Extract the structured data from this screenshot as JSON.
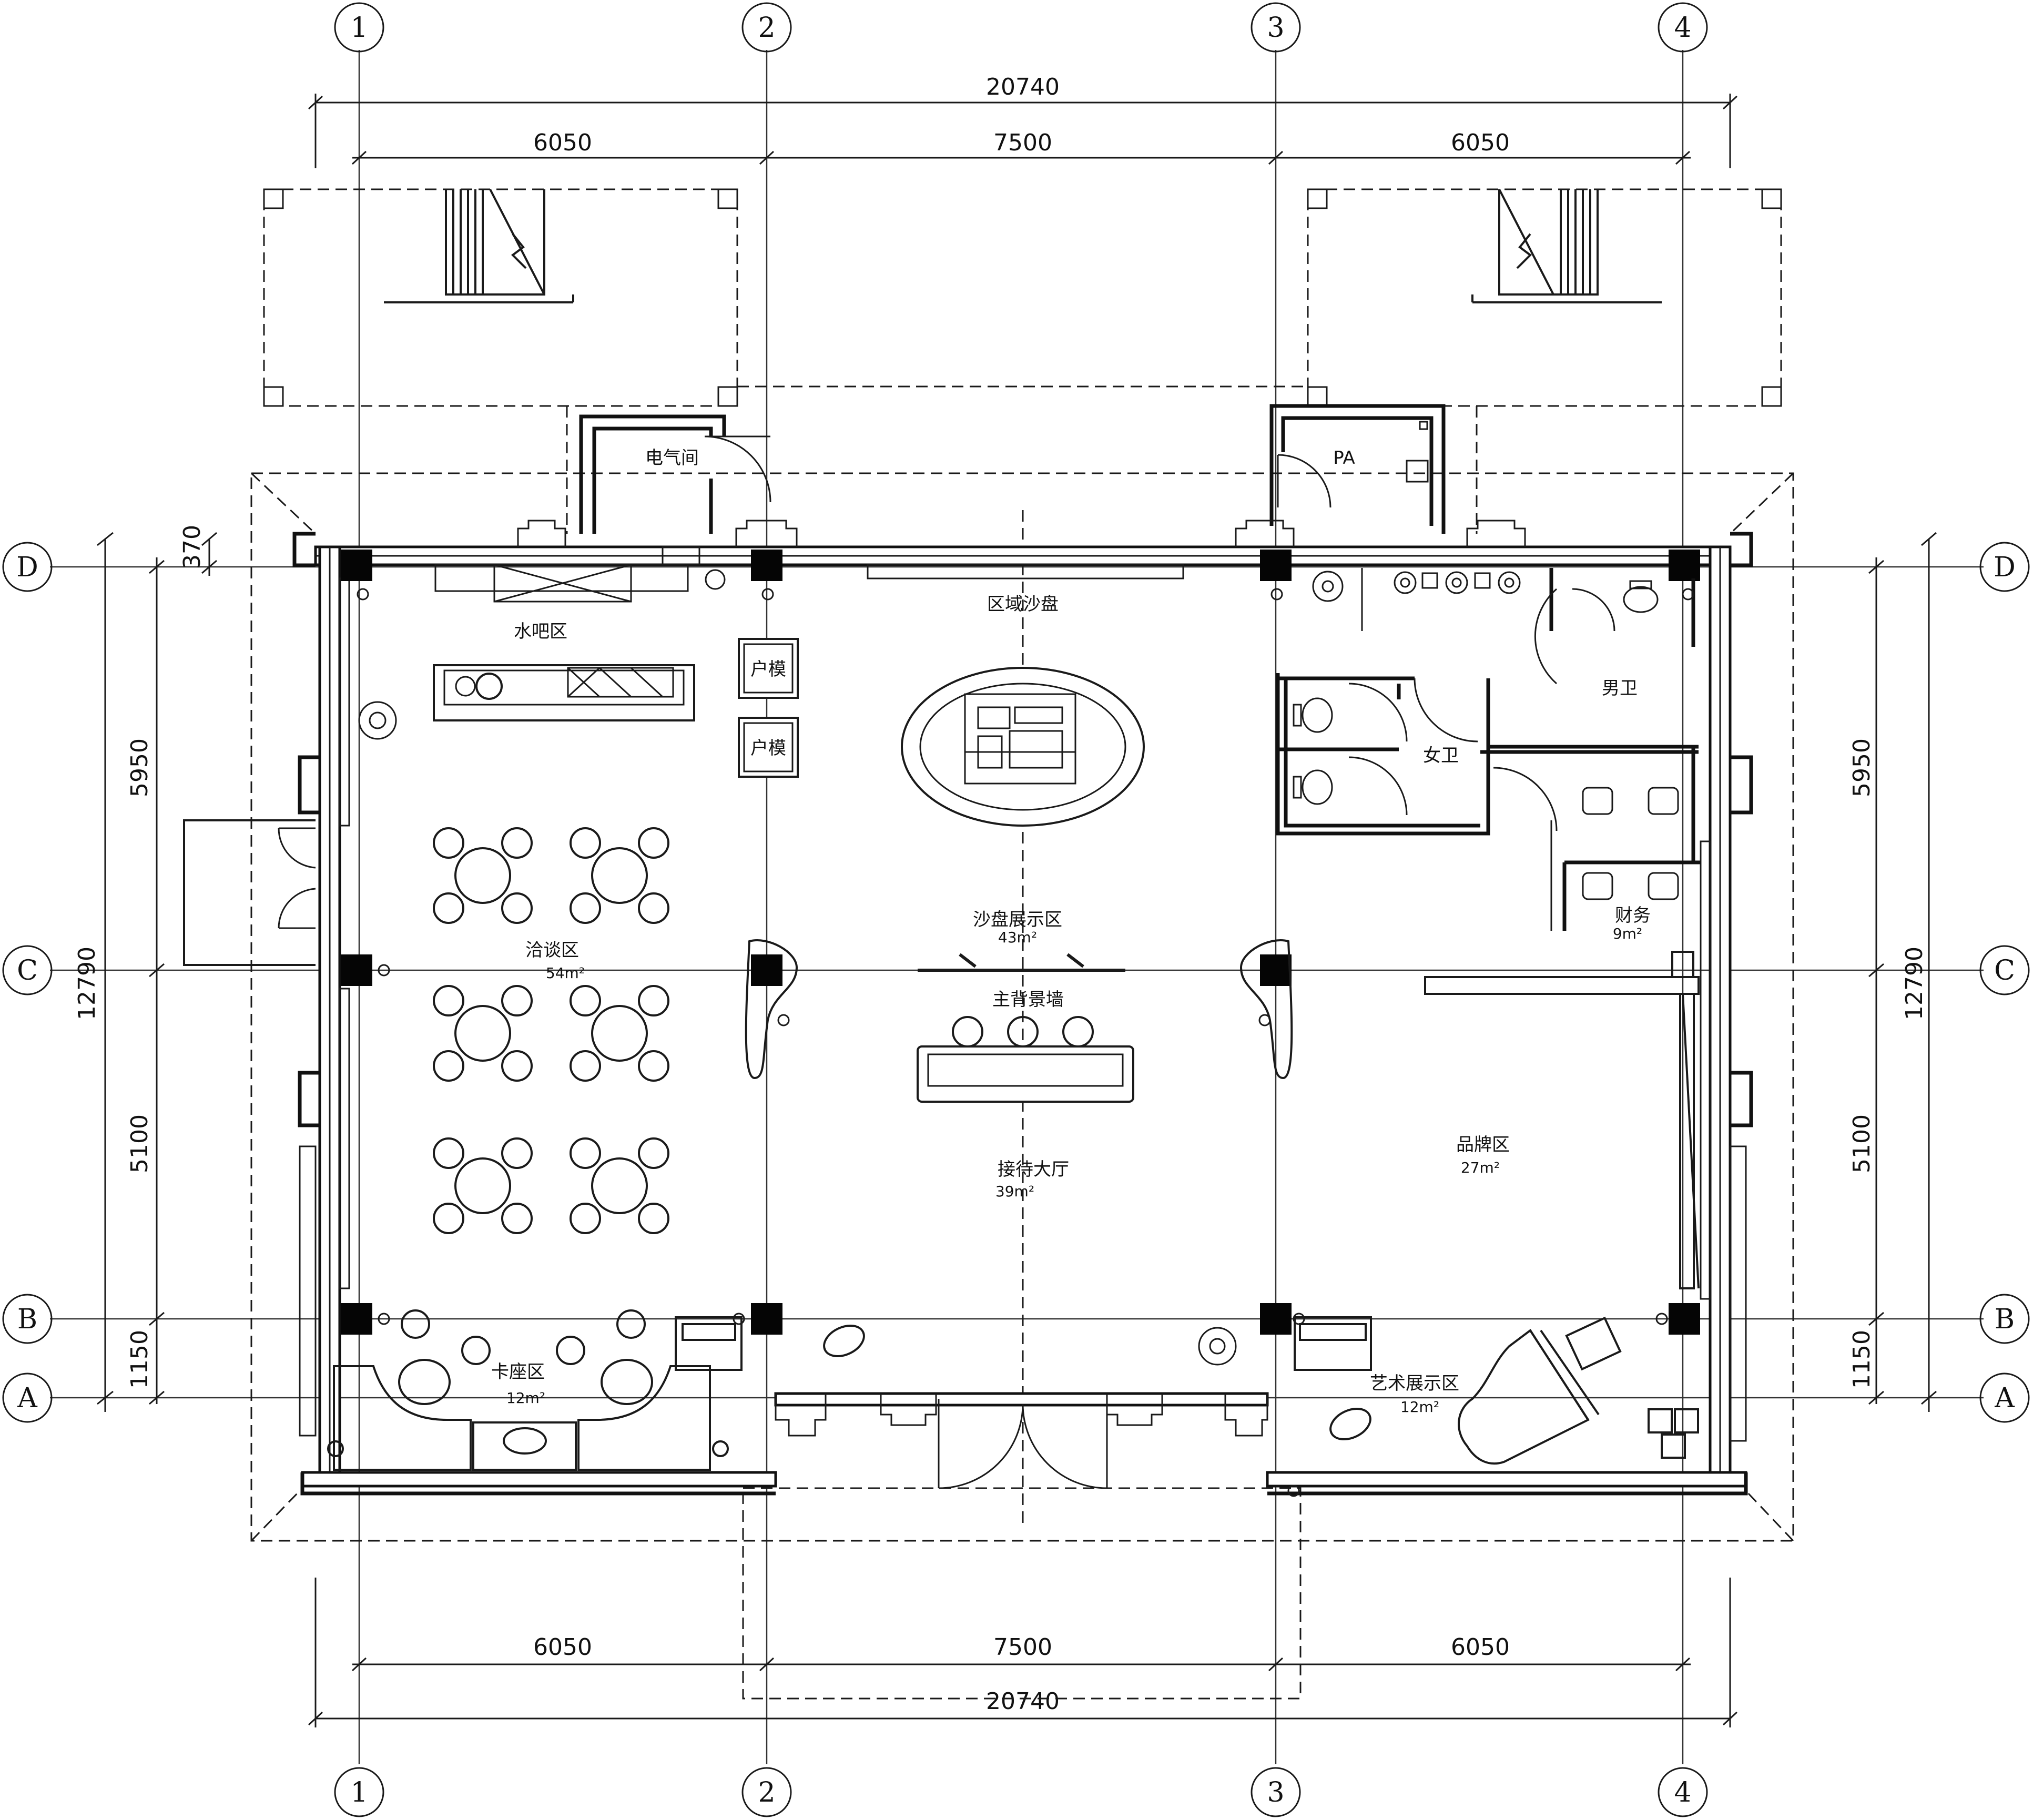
{
  "grid": {
    "columns": [
      "1",
      "2",
      "3",
      "4"
    ],
    "rows": [
      "D",
      "C",
      "B",
      "A"
    ]
  },
  "dimensions": {
    "top_total": "20740",
    "top_spans": [
      "6050",
      "7500",
      "6050"
    ],
    "bottom_spans": [
      "6050",
      "7500",
      "6050"
    ],
    "bottom_total": "20740",
    "left_offset": "370",
    "left_total": "12790",
    "left_spans": [
      "5950",
      "5100",
      "1150"
    ],
    "right_total": "12790",
    "right_spans": [
      "5950",
      "5100",
      "1150"
    ]
  },
  "rooms": {
    "electrical": "电气间",
    "pa": "PA",
    "water_bar": "水吧区",
    "regional_sand": "区域沙盘",
    "unit_model_1": "户模",
    "unit_model_2": "户模",
    "men_wc": "男卫",
    "women_wc": "女卫",
    "negotiation": {
      "name": "洽谈区",
      "area": "54m²"
    },
    "sand_display": {
      "name": "沙盘展示区",
      "area": "43m²"
    },
    "finance": {
      "name": "财务",
      "area": "9m²"
    },
    "main_wall": "主背景墙",
    "reception": {
      "name": "接待大厅",
      "area": "39m²"
    },
    "brand": {
      "name": "品牌区",
      "area": "27m²"
    },
    "booth": {
      "name": "卡座区",
      "area": "12m²"
    },
    "art": {
      "name": "艺术展示区",
      "area": "12m²"
    }
  }
}
